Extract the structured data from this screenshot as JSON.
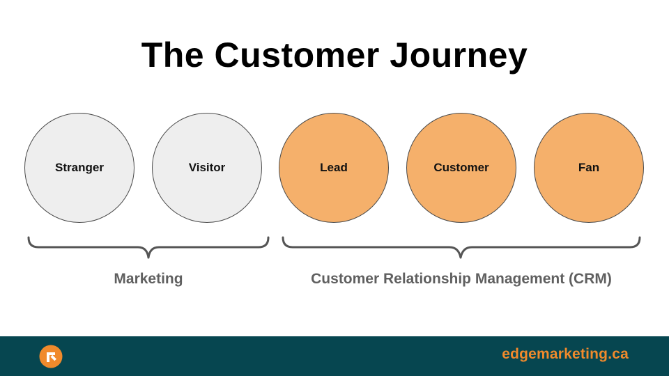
{
  "title": "The Customer Journey",
  "stages": [
    {
      "label": "Stranger",
      "group": "marketing"
    },
    {
      "label": "Visitor",
      "group": "marketing"
    },
    {
      "label": "Lead",
      "group": "crm"
    },
    {
      "label": "Customer",
      "group": "crm"
    },
    {
      "label": "Fan",
      "group": "crm"
    }
  ],
  "groups": {
    "marketing": "Marketing",
    "crm": "Customer Relationship Management (CRM)"
  },
  "colors": {
    "marketing_fill": "#eeeeee",
    "crm_fill": "#f5b06b",
    "footer_bg": "#064650",
    "accent": "#f08a2c",
    "group_label": "#5f5f5f"
  },
  "footer": {
    "logo_icon": "edge-marketing-logo-icon",
    "domain": "edgemarketing.ca"
  }
}
